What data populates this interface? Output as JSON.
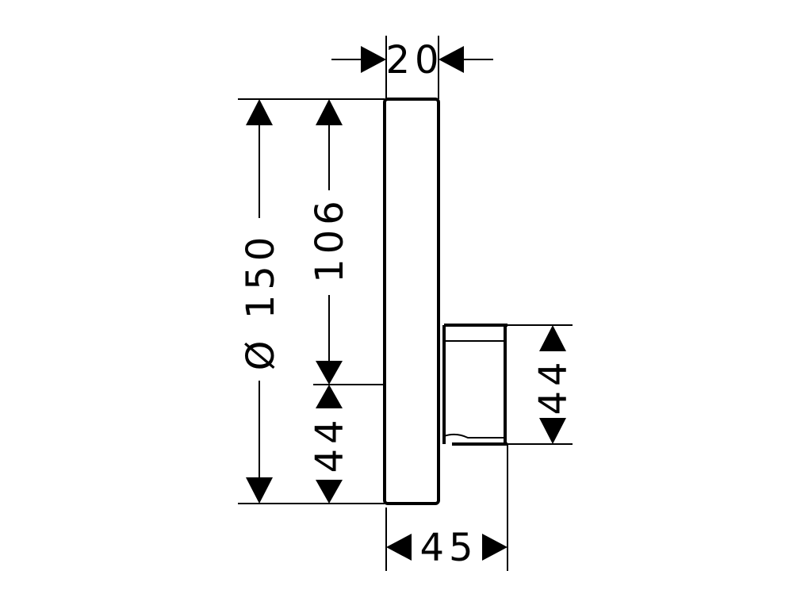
{
  "dimensions": {
    "top_width": "20",
    "bottom_width": "45",
    "diameter": "Ø 150",
    "height_upper": "106",
    "height_lower_left": "44",
    "height_right": "44"
  }
}
